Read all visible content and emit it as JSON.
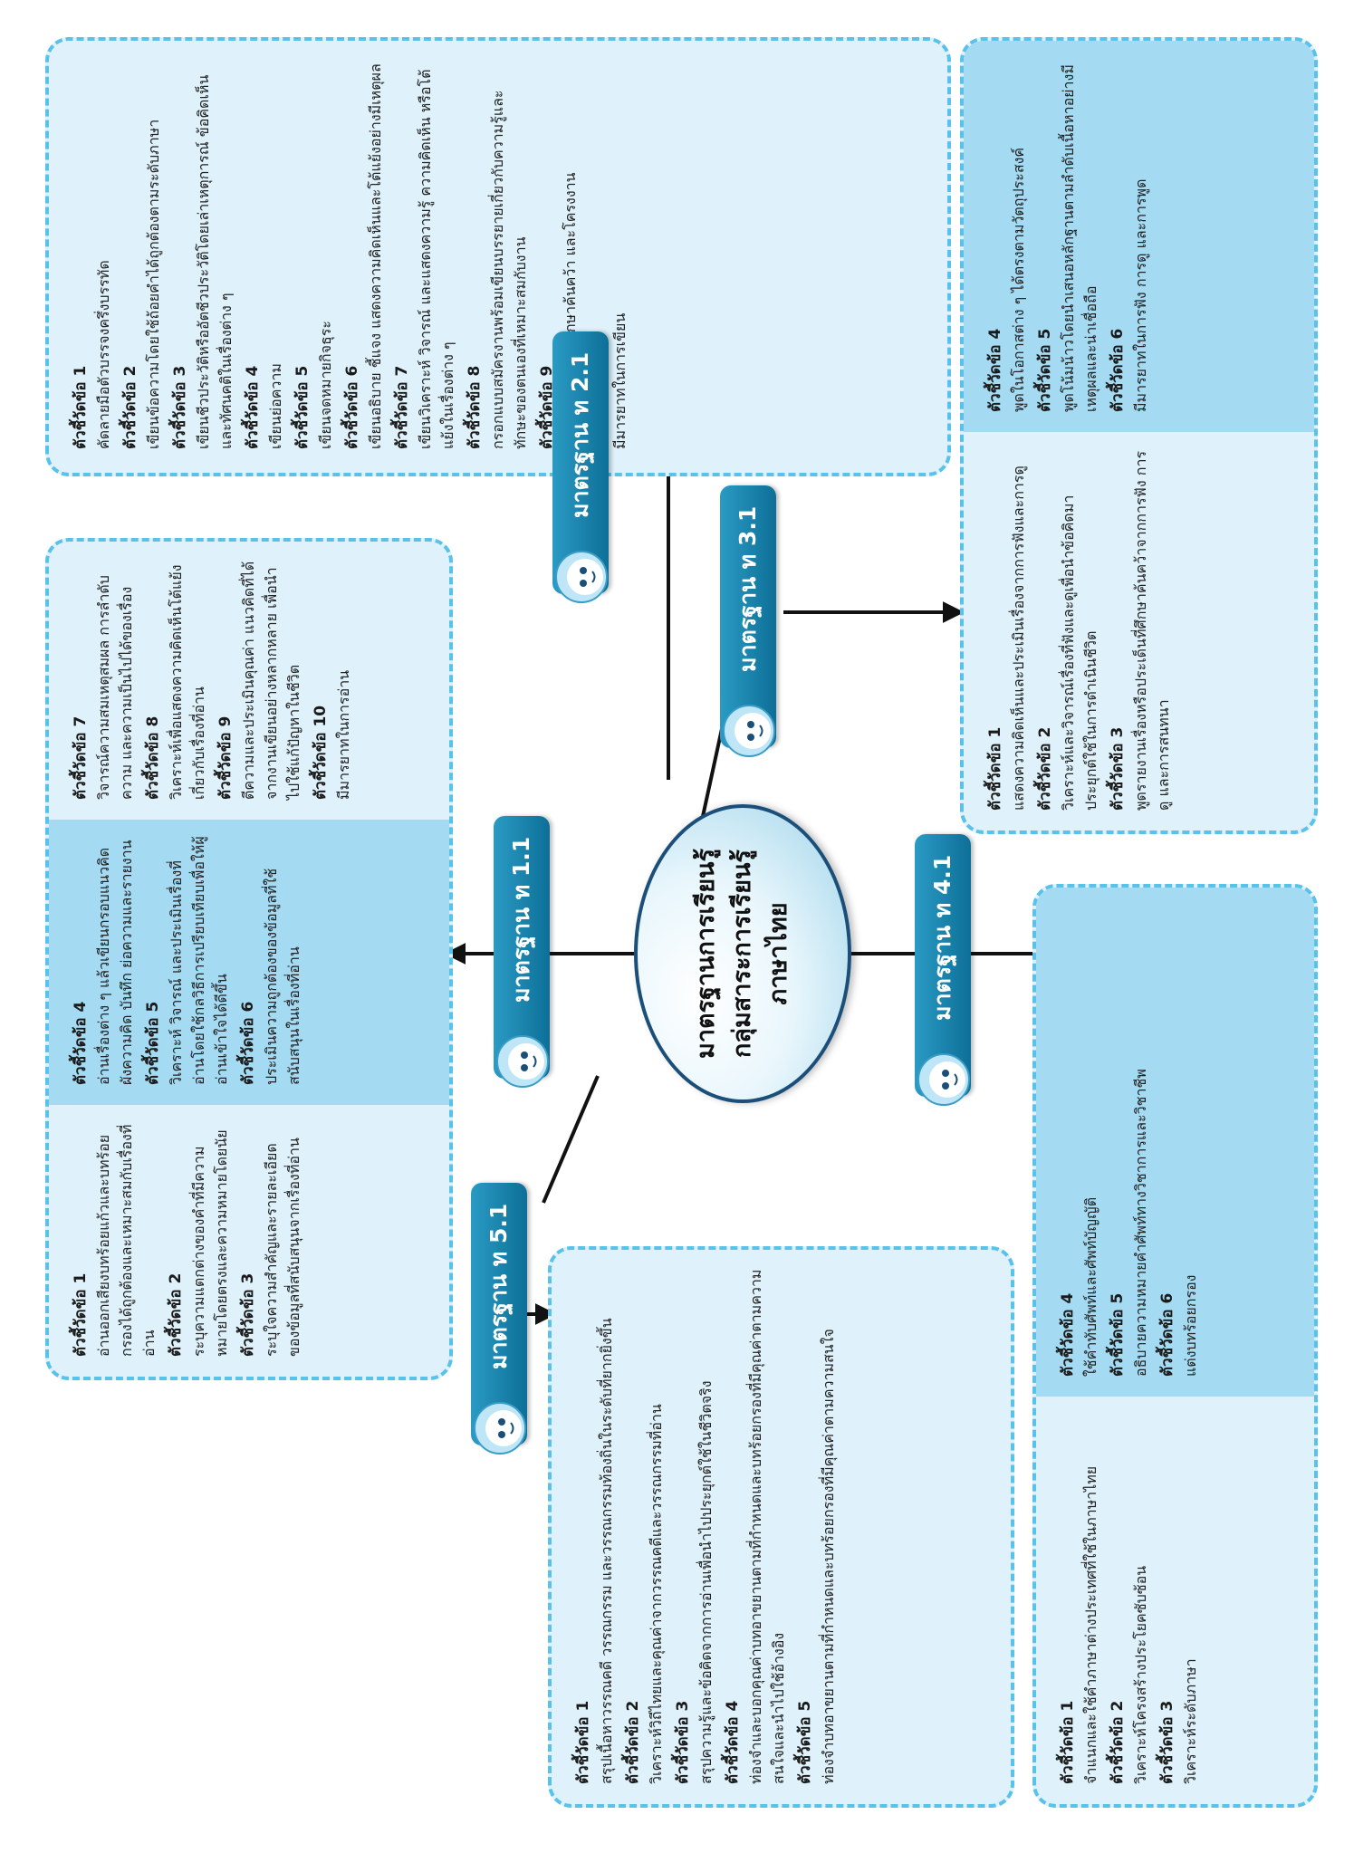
{
  "center": {
    "lines": [
      "มาตรฐานการเรียนรู้",
      "กลุ่มสาระการเรียนรู้",
      "ภาษาไทย"
    ]
  },
  "standards": {
    "s11": "มาตรฐาน ท 1.1",
    "s21": "มาตรฐาน ท 2.1",
    "s31": "มาตรฐาน ท 3.1",
    "s41": "มาตรฐาน ท 4.1",
    "s51": "มาตรฐาน ท 5.1"
  },
  "box_1_1": {
    "col1": [
      {
        "label": "ตัวชี้วัดข้อ 1",
        "text": "อ่านออกเสียงบทร้อยแก้วและบทร้อยกรองได้ถูกต้องและเหมาะสมกับเรื่องที่อ่าน"
      },
      {
        "label": "ตัวชี้วัดข้อ 2",
        "text": "ระบุความแตกต่างของคำที่มีความหมายโดยตรงและความหมายโดยนัย"
      },
      {
        "label": "ตัวชี้วัดข้อ 3",
        "text": "ระบุใจความสำคัญและรายละเอียดของข้อมูลที่สนับสนุนจากเรื่องที่อ่าน"
      }
    ],
    "col2": [
      {
        "label": "ตัวชี้วัดข้อ 4",
        "text": "อ่านเรื่องต่าง ๆ แล้วเขียนกรอบแนวคิด ผังความคิด บันทึก ย่อความและรายงาน"
      },
      {
        "label": "ตัวชี้วัดข้อ 5",
        "text": "วิเคราะห์ วิจารณ์ และประเมินเรื่องที่อ่านโดยใช้กลวิธีการเปรียบเทียบเพื่อให้ผู้อ่านเข้าใจได้ดีขึ้น"
      },
      {
        "label": "ตัวชี้วัดข้อ 6",
        "text": "ประเมินความถูกต้องของข้อมูลที่ใช้สนับสนุนในเรื่องที่อ่าน"
      }
    ],
    "col3": [
      {
        "label": "ตัวชี้วัดข้อ 7",
        "text": "วิจารณ์ความสมเหตุสมผล การลำดับความ และความเป็นไปได้ของเรื่อง"
      },
      {
        "label": "ตัวชี้วัดข้อ 8",
        "text": "วิเคราะห์เพื่อแสดงความคิดเห็นโต้แย้งเกี่ยวกับเรื่องที่อ่าน"
      },
      {
        "label": "ตัวชี้วัดข้อ 9",
        "text": "ตีความและประเมินคุณค่า แนวคิดที่ได้จากงานเขียนอย่างหลากหลาย เพื่อนำไปใช้แก้ปัญหาในชีวิต"
      },
      {
        "label": "ตัวชี้วัดข้อ 10",
        "text": "มีมารยาทในการอ่าน"
      }
    ]
  },
  "box_2_1": {
    "col1": [
      {
        "label": "ตัวชี้วัดข้อ 1",
        "text": "คัดลายมือตัวบรรจงครึ่งบรรทัด"
      },
      {
        "label": "ตัวชี้วัดข้อ 2",
        "text": "เขียนข้อความโดยใช้ถ้อยคำได้ถูกต้องตามระดับภาษา"
      },
      {
        "label": "ตัวชี้วัดข้อ 3",
        "text": "เขียนชีวประวัติหรืออัตชีวประวัติโดยเล่าเหตุการณ์ ข้อคิดเห็น และทัศนคติในเรื่องต่าง ๆ"
      },
      {
        "label": "ตัวชี้วัดข้อ 4",
        "text": "เขียนย่อความ"
      },
      {
        "label": "ตัวชี้วัดข้อ 5",
        "text": "เขียนจดหมายกิจธุระ"
      },
      {
        "label": "ตัวชี้วัดข้อ 6",
        "text": "เขียนอธิบาย ชี้แจง แสดงความคิดเห็นและโต้แย้งอย่างมีเหตุผล"
      },
      {
        "label": "ตัวชี้วัดข้อ 7",
        "text": "เขียนวิเคราะห์ วิจารณ์ และแสดงความรู้ ความคิดเห็น หรือโต้แย้งในเรื่องต่าง ๆ"
      },
      {
        "label": "ตัวชี้วัดข้อ 8",
        "text": "กรอกแบบสมัครงานพร้อมเขียนบรรยายเกี่ยวกับความรู้และทักษะของตนเองที่เหมาะสมกับงาน"
      },
      {
        "label": "ตัวชี้วัดข้อ 9",
        "text": "เขียนรายงานการศึกษาค้นคว้า และโครงงาน"
      },
      {
        "label": "ตัวชี้วัดข้อ 10",
        "text": "มีมารยาทในการเขียน"
      }
    ]
  },
  "box_3_1": {
    "col1": [
      {
        "label": "ตัวชี้วัดข้อ 1",
        "text": "แสดงความคิดเห็นและประเมินเรื่องจากการฟังและการดู"
      },
      {
        "label": "ตัวชี้วัดข้อ 2",
        "text": "วิเคราะห์และวิจารณ์เรื่องที่ฟังและดูเพื่อนำข้อคิดมาประยุกต์ใช้ในการดำเนินชีวิต"
      },
      {
        "label": "ตัวชี้วัดข้อ 3",
        "text": "พูดรายงานเรื่องหรือประเด็นที่ศึกษาค้นคว้าจากการฟัง การดู และการสนทนา"
      }
    ],
    "col2": [
      {
        "label": "ตัวชี้วัดข้อ 4",
        "text": "พูดในโอกาสต่าง ๆ ได้ตรงตามวัตถุประสงค์"
      },
      {
        "label": "ตัวชี้วัดข้อ 5",
        "text": "พูดโน้มน้าวโดยนำเสนอหลักฐานตามลำดับเนื้อหาอย่างมีเหตุผลและน่าเชื่อถือ"
      },
      {
        "label": "ตัวชี้วัดข้อ 6",
        "text": "มีมารยาทในการฟัง การดู และการพูด"
      }
    ]
  },
  "box_4_1": {
    "col1": [
      {
        "label": "ตัวชี้วัดข้อ 1",
        "text": "จำแนกและใช้คำภาษาต่างประเทศที่ใช้ในภาษาไทย"
      },
      {
        "label": "ตัวชี้วัดข้อ 2",
        "text": "วิเคราะห์โครงสร้างประโยคซับซ้อน"
      },
      {
        "label": "ตัวชี้วัดข้อ 3",
        "text": "วิเคราะห์ระดับภาษา"
      }
    ],
    "col2": [
      {
        "label": "ตัวชี้วัดข้อ 4",
        "text": "ใช้คำทับศัพท์และศัพท์บัญญัติ"
      },
      {
        "label": "ตัวชี้วัดข้อ 5",
        "text": "อธิบายความหมายคำศัพท์ทางวิชาการและวิชาชีพ"
      },
      {
        "label": "ตัวชี้วัดข้อ 6",
        "text": "แต่งบทร้อยกรอง"
      }
    ]
  },
  "box_5_1": {
    "col1": [
      {
        "label": "ตัวชี้วัดข้อ 1",
        "text": "สรุปเนื้อหาวรรณคดี วรรณกรรม และวรรณกรรมท้องถิ่นในระดับที่ยากยิ่งขึ้น"
      },
      {
        "label": "ตัวชี้วัดข้อ 2",
        "text": "วิเคราะห์วิถีไทยและคุณค่าจากวรรณคดีและวรรณกรรมที่อ่าน"
      },
      {
        "label": "ตัวชี้วัดข้อ 3",
        "text": "สรุปความรู้และข้อคิดจากการอ่านเพื่อนำไปประยุกต์ใช้ในชีวิตจริง"
      },
      {
        "label": "ตัวชี้วัดข้อ 4",
        "text": "ท่องจำและบอกคุณค่าบทอาขยานตามที่กำหนดและบทร้อยกรองที่มีคุณค่าตามความสนใจและนำไปใช้อ้างอิง"
      },
      {
        "label": "ตัวชี้วัดข้อ 5",
        "text": "ท่องจำบทอาขยานตามที่กำหนดและบทร้อยกรองที่มีคุณค่าตามความสนใจ"
      }
    ]
  }
}
